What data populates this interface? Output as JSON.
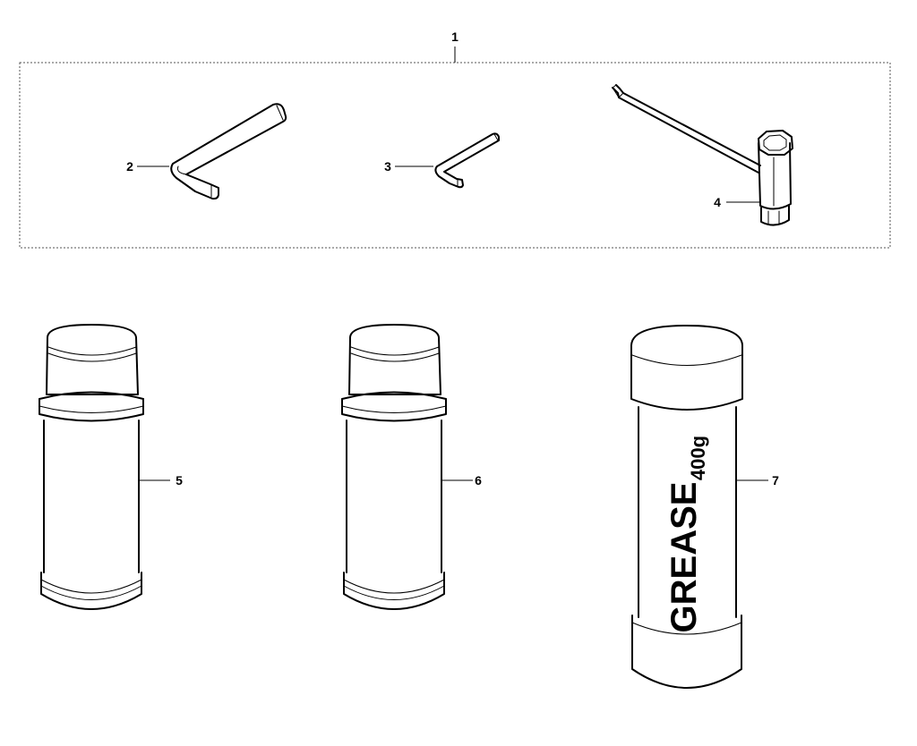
{
  "callouts": {
    "kit": "1",
    "hex_key_large": "2",
    "hex_key_small": "3",
    "spark_plug_wrench": "4",
    "can_a": "5",
    "can_b": "6",
    "grease_tube": "7"
  },
  "grease_tube": {
    "label": "GREASE",
    "weight": "400g"
  }
}
